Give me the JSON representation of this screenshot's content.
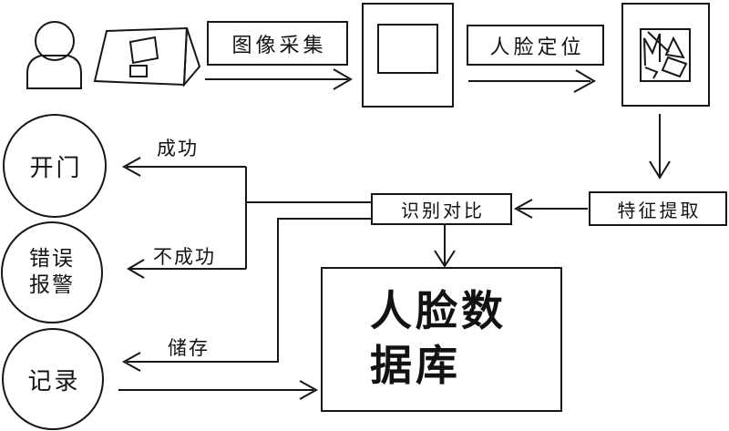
{
  "diagram": {
    "description": "face-recognition access-control flowchart",
    "colors": {
      "background": "#ffffff",
      "line": "#161616"
    },
    "process_boxes": {
      "image_capture": "图像采集",
      "face_location": "人脸定位",
      "feature_extraction": "特征提取",
      "recognition_compare": "识别对比"
    },
    "database_box": {
      "full_text": "人脸数据库",
      "lines": [
        "人脸数",
        "据库"
      ]
    },
    "result_circles": {
      "open_door": "开门",
      "error_alarm_lines": [
        "错误",
        "报警"
      ],
      "record": "记录"
    },
    "edge_labels": {
      "success": "成功",
      "failure": "不成功",
      "store": "储存"
    },
    "icons": {
      "person": "person-icon (outlined head and shoulders)",
      "camera": "camera-device-icon (wedge-shaped capture device)",
      "captured_image": "captured-image-frame-icon (rectangle with inner frame)",
      "face_sketch": "located-face-sketch-icon (frame with scribbled face features)"
    }
  }
}
